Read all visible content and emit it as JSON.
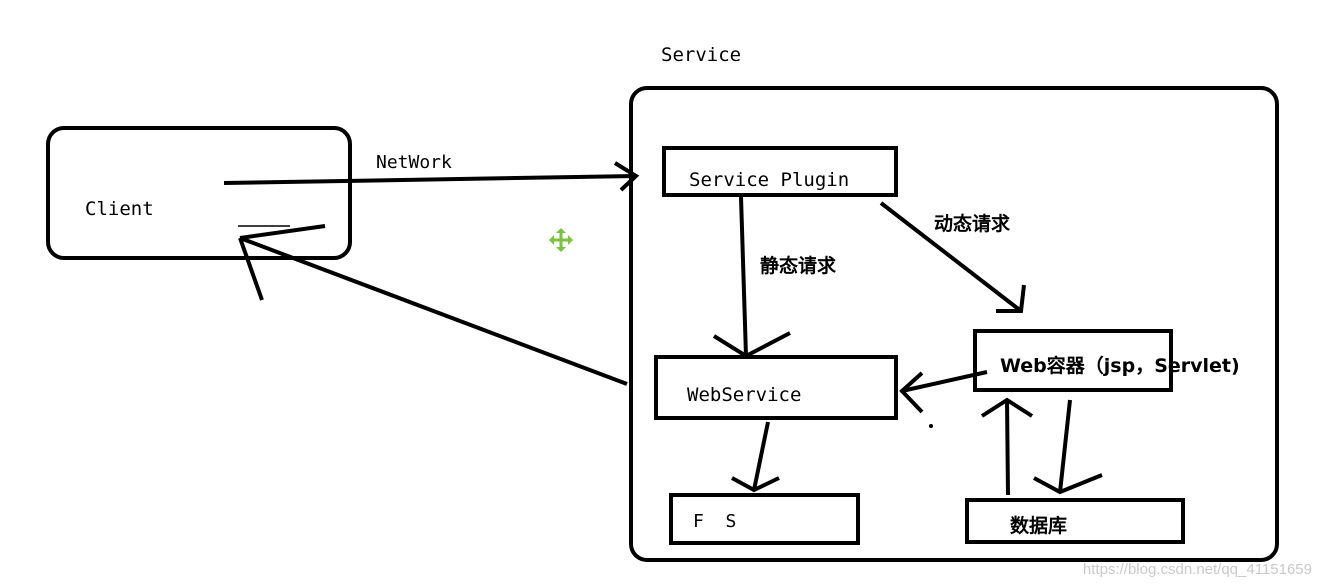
{
  "labels": {
    "service_title": "Service",
    "client": "Client",
    "network": "NetWork",
    "service_plugin": "Service Plugin",
    "static_request": "静态请求",
    "dynamic_request": "动态请求",
    "web_container": "Web容器（jsp，Servlet)",
    "web_service": "WebService",
    "fs": "F  S",
    "database": "数据库"
  },
  "watermark": "https://blog.csdn.net/qq_41151659",
  "colors": {
    "stroke": "#000000",
    "move_cursor": "#7bc142",
    "watermark": "#c9c9c9"
  },
  "icons": [
    "move-cursor-icon"
  ]
}
